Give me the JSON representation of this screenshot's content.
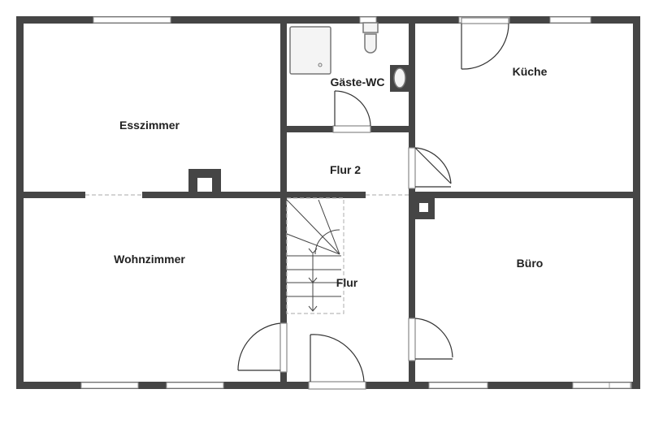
{
  "floorplan": {
    "rooms": {
      "esszimmer": "Esszimmer",
      "gaeste_wc": "Gäste-WC",
      "kueche": "Küche",
      "flur2": "Flur 2",
      "wohnzimmer": "Wohnzimmer",
      "flur": "Flur",
      "buero": "Büro"
    },
    "colors": {
      "wall": "#454545",
      "background": "#ffffff"
    }
  }
}
